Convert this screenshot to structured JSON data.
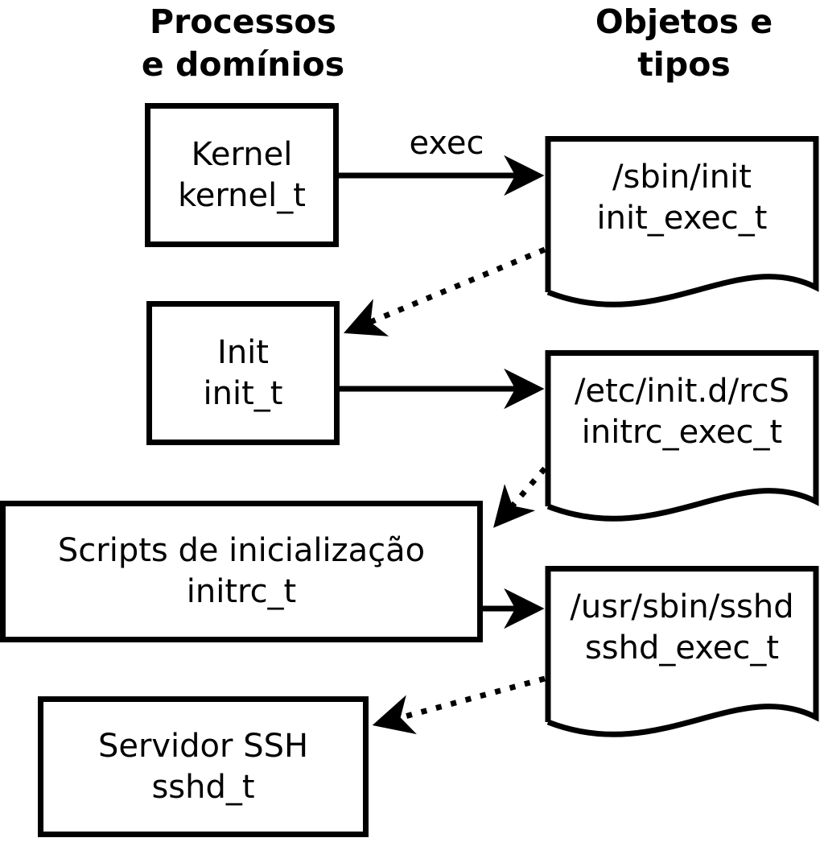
{
  "headers": {
    "left": {
      "line1": "Processos",
      "line2": "e domínios"
    },
    "right": {
      "line1": "Objetos e",
      "line2": "tipos"
    }
  },
  "processes": [
    {
      "name": "Kernel",
      "type": "kernel_t"
    },
    {
      "name": "Init",
      "type": "init_t"
    },
    {
      "name": "Scripts de inicialização",
      "type": "initrc_t"
    },
    {
      "name": "Servidor SSH",
      "type": "sshd_t"
    }
  ],
  "objects": [
    {
      "path": "/sbin/init",
      "type": "init_exec_t"
    },
    {
      "path": "/etc/init.d/rcS",
      "type": "initrc_exec_t"
    },
    {
      "path": "/usr/sbin/sshd",
      "type": "sshd_exec_t"
    }
  ],
  "labels": {
    "exec": "exec"
  },
  "colors": {
    "foreground": "#000000",
    "background": "#ffffff"
  }
}
